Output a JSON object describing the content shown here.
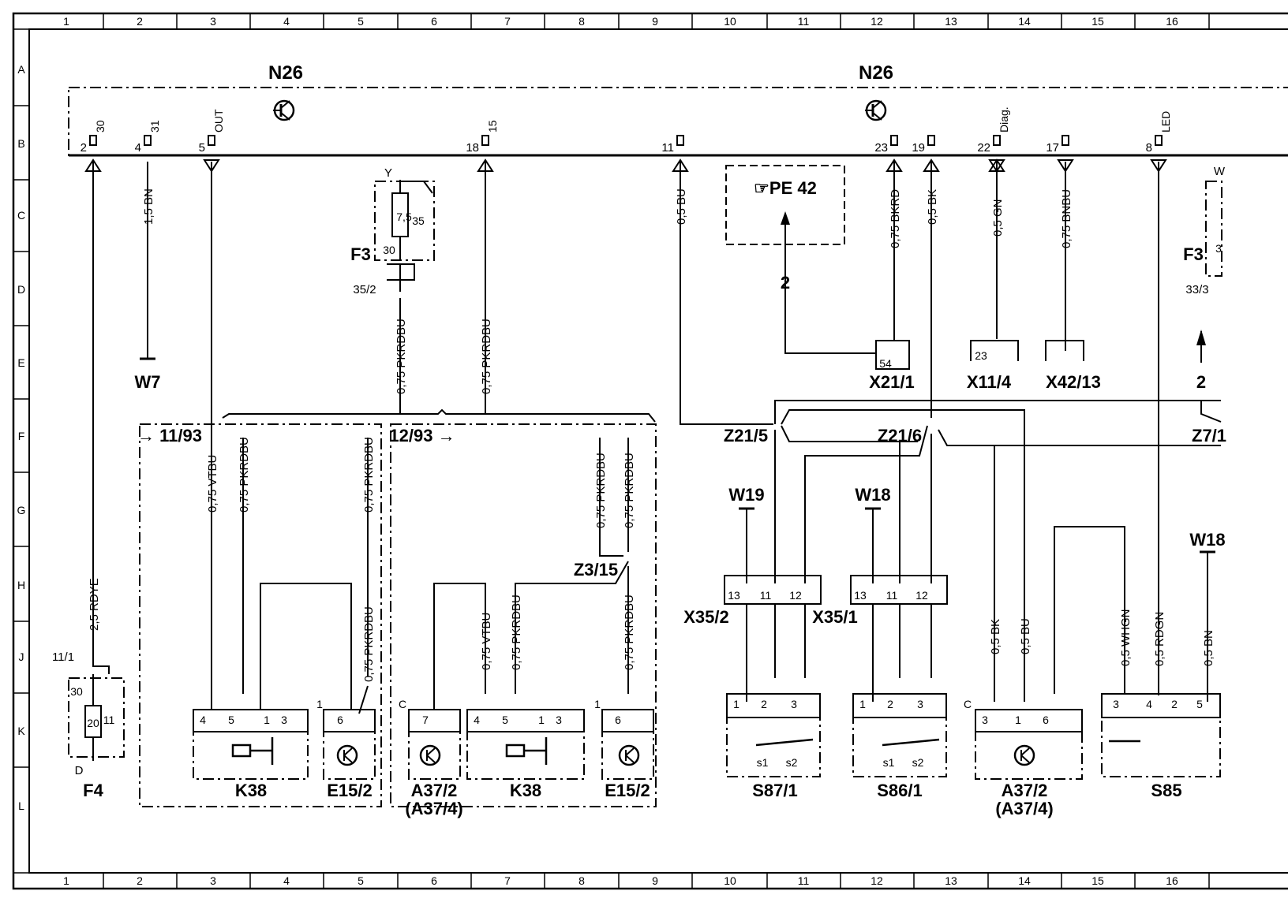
{
  "frame": {
    "columns": [
      "1",
      "2",
      "3",
      "4",
      "5",
      "6",
      "7",
      "8",
      "9",
      "10",
      "11",
      "12",
      "13",
      "14",
      "15",
      "16"
    ],
    "rows": [
      "A",
      "B",
      "C",
      "D",
      "E",
      "F",
      "G",
      "H",
      "J",
      "K",
      "L"
    ]
  },
  "control_unit": {
    "name_left": "N26",
    "name_right": "N26",
    "terminals": [
      {
        "label": "30",
        "pin": "2"
      },
      {
        "label": "31",
        "pin": "4"
      },
      {
        "label": "OUT",
        "pin": "5"
      },
      {
        "label": "15",
        "pin": "18"
      },
      {
        "label": "",
        "pin": "11"
      },
      {
        "label": "",
        "pin": "23"
      },
      {
        "label": "",
        "pin": "19"
      },
      {
        "label": "Diag.",
        "pin": "22"
      },
      {
        "label": "",
        "pin": "17"
      },
      {
        "label": "LED",
        "pin": "8"
      }
    ]
  },
  "ref_box": {
    "text": "☞PE 42",
    "arrow_num": "2"
  },
  "wires": [
    {
      "text": "1,5 BN"
    },
    {
      "text": "0,5 BU"
    },
    {
      "text": "0,75 BKRD"
    },
    {
      "text": "0,5 BK"
    },
    {
      "text": "0,5 GN"
    },
    {
      "text": "0,75 BNBU"
    },
    {
      "text": "0,75 PKRDBU"
    },
    {
      "text": "0,75 PKRDBU"
    },
    {
      "text": "2,5 RDYE"
    },
    {
      "text": "0,75 VTBU"
    },
    {
      "text": "0,75 PKRDBU"
    },
    {
      "text": "0,75 PKRDBU"
    },
    {
      "text": "0,75 PKRDBU"
    },
    {
      "text": "0,75 VTBU"
    },
    {
      "text": "0,75 PKRDBU"
    },
    {
      "text": "0,75 PKRDBU"
    },
    {
      "text": "0,75 PKRDBU"
    },
    {
      "text": "0,75 PKRDBU"
    },
    {
      "text": "0,5 WHGN"
    },
    {
      "text": "0,5 RDGN"
    },
    {
      "text": "0,5 BN"
    },
    {
      "text": "0,5 BK"
    },
    {
      "text": "0,5 BU"
    }
  ],
  "connectors": {
    "w7": "W7",
    "x21_1": "X21/1",
    "x21_pin": "54",
    "x11_4": "X11/4",
    "x11_pin": "23",
    "x42_13": "X42/13",
    "z21_5": "Z21/5",
    "z21_6": "Z21/6",
    "z7": "Z7/1",
    "z3_15": "Z3/15",
    "w19": "W19",
    "w18a": "W18",
    "w18b": "W18",
    "x35_2": "X35/2",
    "x35_1": "X35/1",
    "f3_left": "F3",
    "f3_right": "F3",
    "f3_value": "7,5",
    "f3_t30": "30",
    "f3_t35": "35",
    "f3_out": "35/2",
    "f3_y": "Y",
    "f3_r_out": "33/3",
    "f3_r_w": "W",
    "f3_r_3": "3",
    "arrow2_right": "2",
    "f4": "F4",
    "f4_in": "11/1",
    "f4_value": "20",
    "f4_t30": "30",
    "f4_t11": "11",
    "f4_d": "D"
  },
  "x35_pins": [
    "13",
    "11",
    "12"
  ],
  "wires_right_misc": {
    "z7_label": "Z7/1"
  },
  "left_box": {
    "title": "→ 11/93"
  },
  "mid_box": {
    "title": "12/93 →"
  },
  "components": {
    "k38_left": "K38",
    "e152_left": "E15/2",
    "a372_mid": "A37/2",
    "a374_mid": "(A37/4)",
    "k38_mid": "K38",
    "e152_mid": "E15/2",
    "s871": "S87/1",
    "s861": "S86/1",
    "a372_right": "A37/2",
    "a374_right": "(A37/4)",
    "s85": "S85"
  },
  "pins": {
    "k38_left": [
      "4",
      "5",
      "1",
      "3"
    ],
    "e152_left": [
      "6",
      "1"
    ],
    "a372_mid": [
      "7",
      "C"
    ],
    "k38_mid": [
      "4",
      "5",
      "1",
      "3"
    ],
    "e152_mid": [
      "6",
      "1"
    ],
    "s871": [
      "1",
      "2",
      "3",
      "s1",
      "s2"
    ],
    "s861": [
      "1",
      "2",
      "3",
      "s1",
      "s2"
    ],
    "a372_right": [
      "3",
      "1",
      "6",
      "C"
    ],
    "s85": [
      "3",
      "4",
      "2",
      "5"
    ]
  }
}
